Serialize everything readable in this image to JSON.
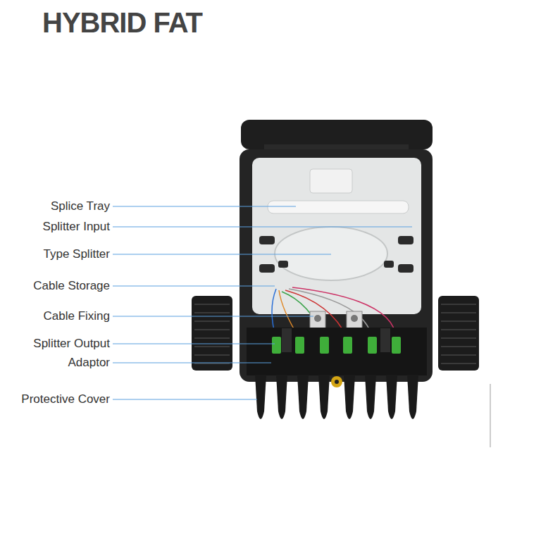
{
  "diagram": {
    "title": "HYBRID FAT",
    "labels": [
      "Splice Tray",
      "Splitter Input",
      "Type Splitter",
      "Cable Storage",
      "Cable Fixing",
      "Splitter Output",
      "Adaptor",
      "Protective Cover"
    ]
  }
}
